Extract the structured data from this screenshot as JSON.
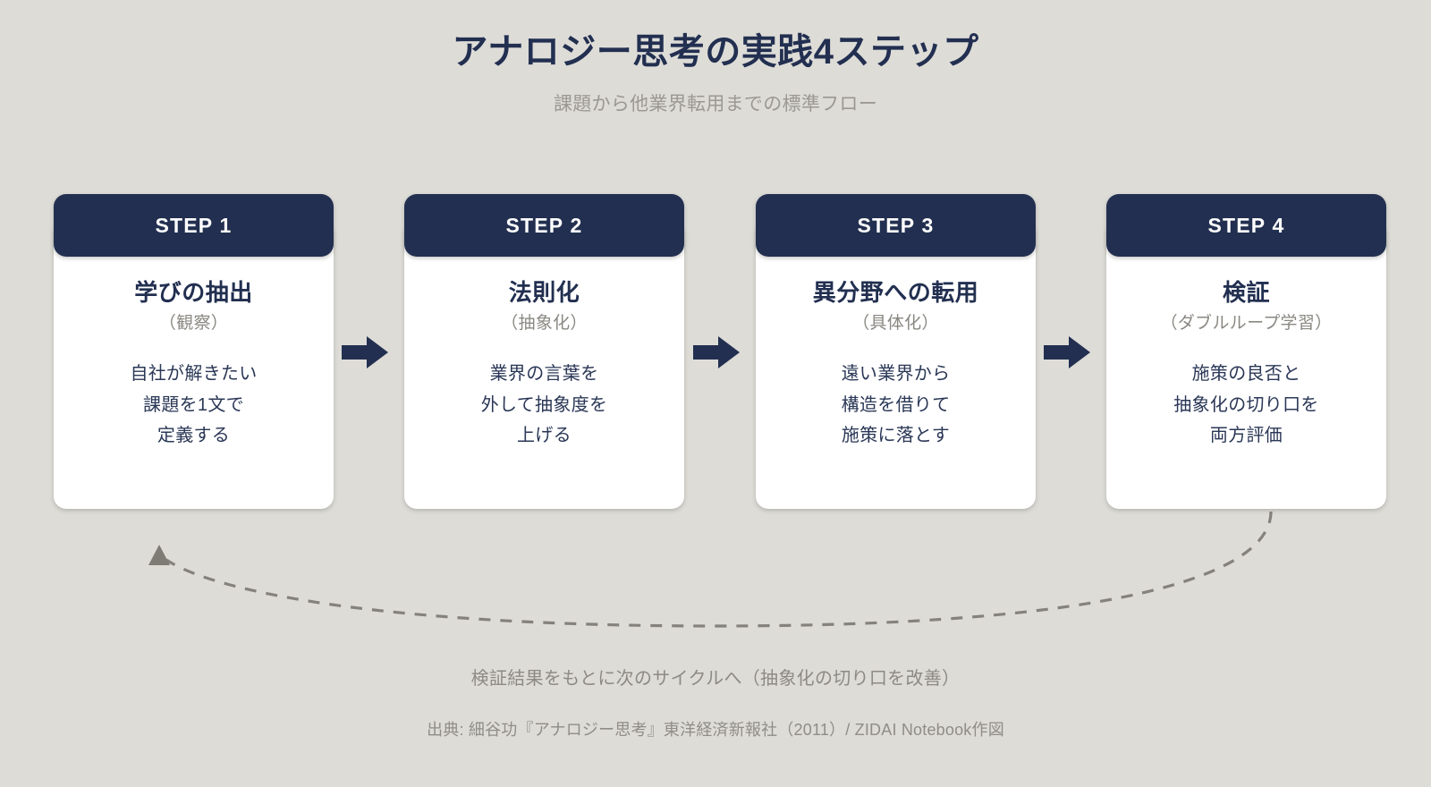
{
  "header": {
    "title": "アナロジー思考の実践4ステップ",
    "subtitle": "課題から他業界転用までの標準フロー"
  },
  "steps": [
    {
      "badge": "STEP 1",
      "title": "学びの抽出",
      "sub": "（観察）",
      "desc": "自社が解きたい\n課題を1文で\n定義する"
    },
    {
      "badge": "STEP 2",
      "title": "法則化",
      "sub": "（抽象化）",
      "desc": "業界の言葉を\n外して抽象度を\n上げる"
    },
    {
      "badge": "STEP 3",
      "title": "異分野への転用",
      "sub": "（具体化）",
      "desc": "遠い業界から\n構造を借りて\n施策に落とす"
    },
    {
      "badge": "STEP 4",
      "title": "検証",
      "sub": "（ダブルループ学習）",
      "desc": "施策の良否と\n抽象化の切り口を\n両方評価"
    }
  ],
  "footer": {
    "loop_caption": "検証結果をもとに次のサイクルへ（抽象化の切り口を改善）",
    "source": "出典: 細谷功『アナロジー思考』東洋経済新報社（2011）/ ZIDAI Notebook作図"
  },
  "colors": {
    "background": "#dddcd7",
    "navy": "#222f50",
    "card": "#ffffff",
    "muted_gray": "#8d8a85",
    "loop_line": "#85827c"
  }
}
